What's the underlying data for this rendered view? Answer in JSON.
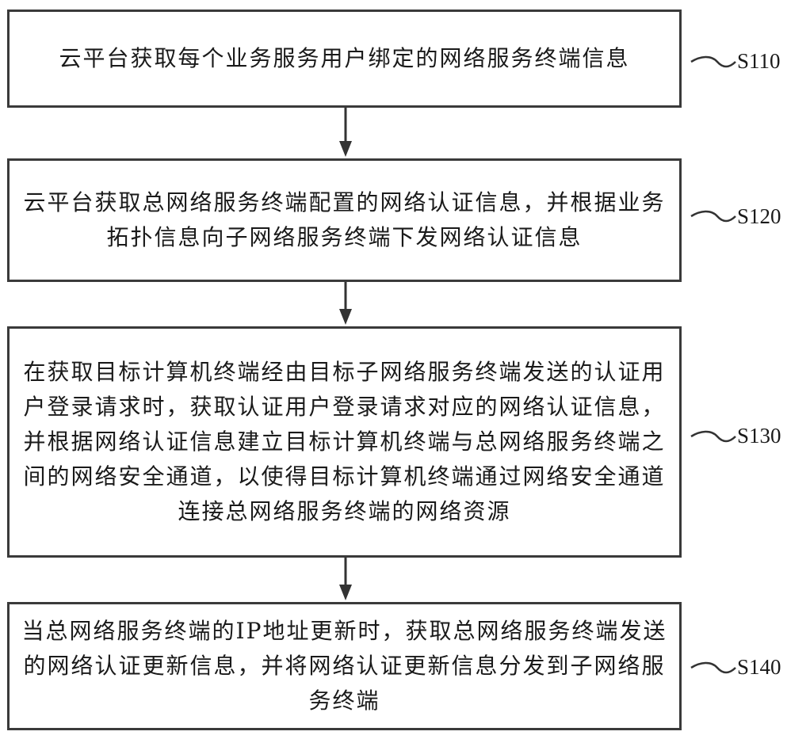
{
  "flowchart": {
    "steps": [
      {
        "id": "S110",
        "label": "S110",
        "text": "云平台获取每个业务服务用户绑定的网络服务终端信息"
      },
      {
        "id": "S120",
        "label": "S120",
        "text": "云平台获取总网络服务终端配置的网络认证信息，并根据业务拓扑信息向子网络服务终端下发网络认证信息"
      },
      {
        "id": "S130",
        "label": "S130",
        "text": "在获取目标计算机终端经由目标子网络服务终端发送的认证用户登录请求时，获取认证用户登录请求对应的网络认证信息，并根据网络认证信息建立目标计算机终端与总网络服务终端之间的网络安全通道，以使得目标计算机终端通过网络安全通道连接总网络服务终端的网络资源"
      },
      {
        "id": "S140",
        "label": "S140",
        "text": "当总网络服务终端的IP地址更新时，获取总网络服务终端发送的网络认证更新信息，并将网络认证更新信息分发到子网络服务终端"
      }
    ],
    "connections": [
      {
        "from": "S110",
        "to": "S120"
      },
      {
        "from": "S120",
        "to": "S130"
      },
      {
        "from": "S130",
        "to": "S140"
      }
    ]
  }
}
